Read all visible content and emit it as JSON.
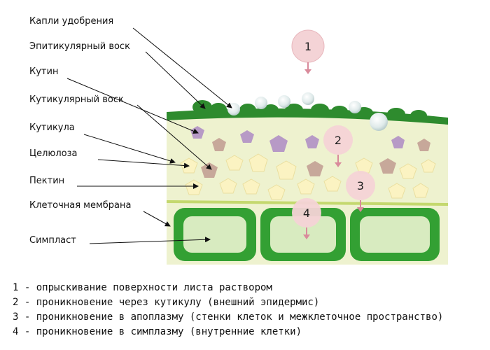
{
  "labels": {
    "droplets": "Капли удобрения",
    "epicuticular_wax": "Эпитикулярный воск",
    "cutin": "Кутин",
    "cuticular_wax": "Кутикулярный воск",
    "cuticle": "Кутикула",
    "cellulose": "Целюлоза",
    "pectin": "Пектин",
    "cell_membrane": "Клеточная мембрана",
    "symplast": "Симпласт"
  },
  "steps": [
    "1",
    "2",
    "3",
    "4"
  ],
  "legend": [
    "1 - опрыскивание поверхности листа раствором",
    "2 - проникновение через кутикулу (внешний эпидермис)",
    "3 - проникновение в апоплазму (стенки клеток и межклеточное пространство)",
    "4 - проникновение в симплазму (внутренние клетки)"
  ],
  "colors": {
    "wax_green": "#2e8b2e",
    "cell_wall_green": "#33a033",
    "cuticle_fill": "#eef2cf",
    "cell_inner": "#d8ebc0",
    "cutin_purple": "#b79ac6",
    "wax_brown": "#c7a89a",
    "cellulose_yellow": "#fbf3c2",
    "step_circle": "#f4d3d6",
    "arrow_pink": "#d98a9b"
  }
}
